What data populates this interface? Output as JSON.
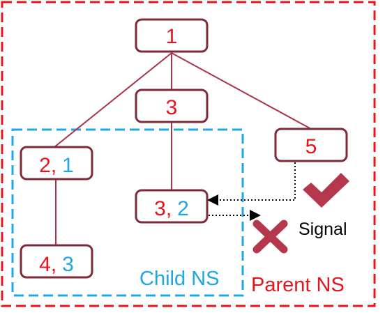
{
  "colors": {
    "parent_ns": "#e8141c",
    "child_ns": "#1ea7e1",
    "node_border": "#7f2a3a",
    "edge": "#a8334a",
    "check": "#b5374e",
    "cross": "#b5374e"
  },
  "parent_ns_label": "Parent NS",
  "child_ns_label": "Child NS",
  "signal_label": "Signal",
  "separator": ",",
  "nodes": {
    "n1": {
      "parent_pid": "1"
    },
    "n3": {
      "parent_pid": "3"
    },
    "n5": {
      "parent_pid": "5"
    },
    "n21": {
      "parent_pid": "2",
      "child_pid": "1"
    },
    "n32": {
      "parent_pid": "3",
      "child_pid": "2"
    },
    "n43": {
      "parent_pid": "4",
      "child_pid": "3"
    }
  },
  "icons": {
    "allowed": "check-icon",
    "denied": "cross-icon"
  }
}
